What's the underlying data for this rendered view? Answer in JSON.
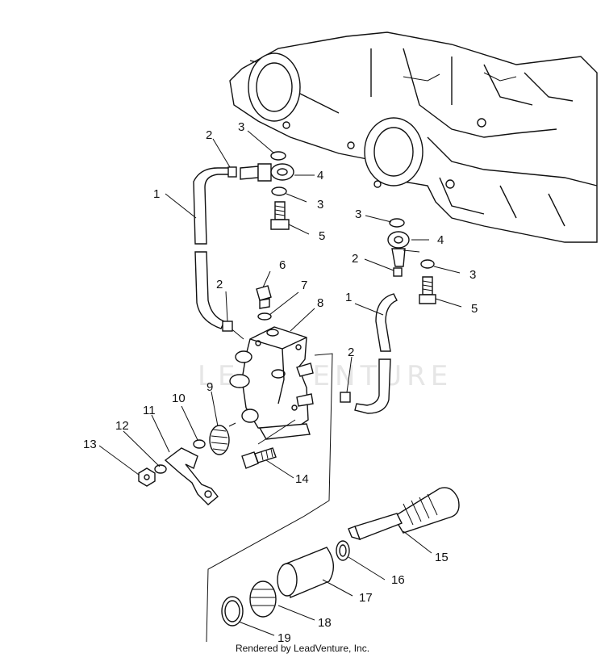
{
  "credit": "Rendered by LeadVenture, Inc.",
  "watermark": "LEADVENTURE",
  "callouts": [
    "1",
    "2",
    "3",
    "4",
    "5",
    "6",
    "7",
    "8",
    "9",
    "10",
    "11",
    "12",
    "13",
    "14",
    "15",
    "16",
    "17",
    "18",
    "19"
  ],
  "colors": {
    "ink": "#111111",
    "paper": "#ffffff",
    "watermark": "#e6e6e6"
  }
}
